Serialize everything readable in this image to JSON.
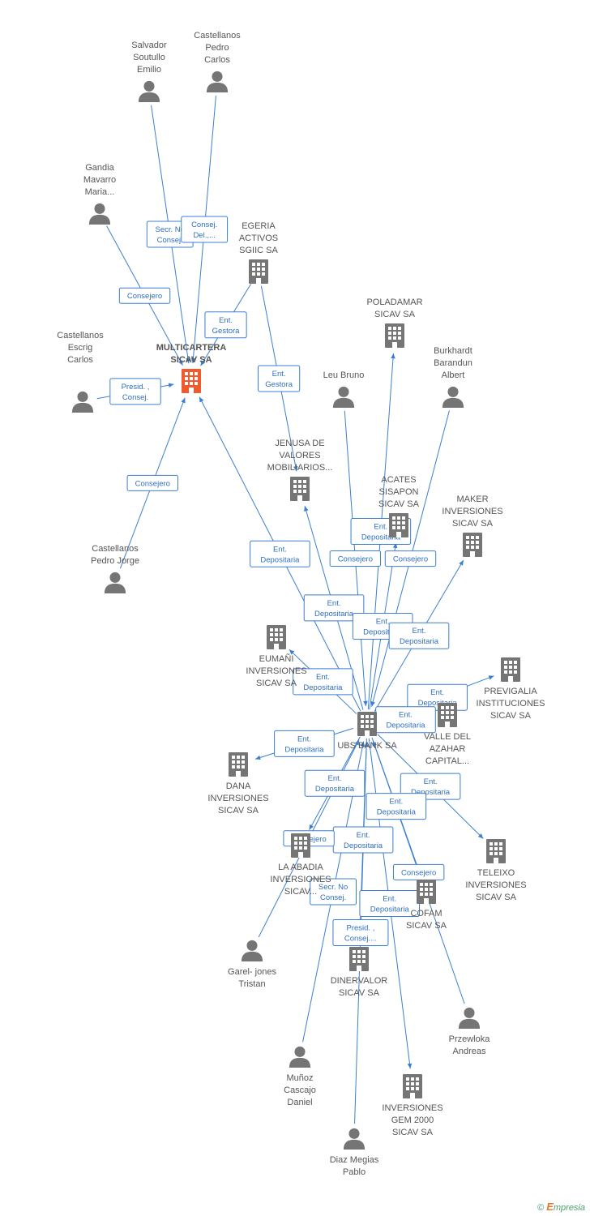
{
  "colors": {
    "edge": "#3b7fd1",
    "company": "#757575",
    "main_company": "#f25a2e",
    "person": "#757575"
  },
  "nodes": [
    {
      "id": "multicartera",
      "type": "company",
      "main": true,
      "label": [
        "MULTICARTERA",
        "SICAV SA"
      ]
    },
    {
      "id": "salvador",
      "type": "person",
      "label": [
        "Salvador",
        "Soutullo",
        "Emilio"
      ]
    },
    {
      "id": "castellanos_pc",
      "type": "person",
      "label": [
        "Castellanos",
        "Pedro",
        "Carlos"
      ]
    },
    {
      "id": "gandia",
      "type": "person",
      "label": [
        "Gandia",
        "Mavarro",
        "Maria..."
      ]
    },
    {
      "id": "egeria",
      "type": "company",
      "label": [
        "EGERIA",
        "ACTIVOS",
        "SGIIC SA"
      ]
    },
    {
      "id": "castellanos_ec",
      "type": "person",
      "label": [
        "Castellanos",
        "Escrig",
        "Carlos"
      ]
    },
    {
      "id": "poladamar",
      "type": "company",
      "label": [
        "POLADAMAR",
        "SICAV SA"
      ]
    },
    {
      "id": "leubruno",
      "type": "person",
      "label": [
        "Leu Bruno"
      ]
    },
    {
      "id": "burkhardt",
      "type": "person",
      "label": [
        "Burkhardt",
        "Barandun",
        "Albert"
      ]
    },
    {
      "id": "jenusa",
      "type": "company",
      "label": [
        "JENUSA DE",
        "VALORES",
        "MOBILIARIOS..."
      ]
    },
    {
      "id": "acates",
      "type": "company",
      "label": [
        "ACATES",
        "SISAPON",
        "SICAV SA"
      ]
    },
    {
      "id": "maker",
      "type": "company",
      "label": [
        "MAKER",
        "INVERSIONES",
        "SICAV SA"
      ]
    },
    {
      "id": "castellanos_pj",
      "type": "person",
      "label": [
        "Castellanos",
        "Pedro Jorge"
      ]
    },
    {
      "id": "eumani",
      "type": "company",
      "label": [
        "EUMAÑI",
        "INVERSIONES",
        "SICAV SA"
      ]
    },
    {
      "id": "previgalia",
      "type": "company",
      "label": [
        "PREVIGALIA",
        "INSTITUCIONES",
        "SICAV SA"
      ]
    },
    {
      "id": "ubs",
      "type": "company",
      "label": [
        "UBS BANK SA"
      ]
    },
    {
      "id": "valle",
      "type": "company",
      "label": [
        "VALLE DEL",
        "AZAHAR",
        "CAPITAL..."
      ]
    },
    {
      "id": "dana",
      "type": "company",
      "label": [
        "DANA",
        "INVERSIONES",
        "SICAV SA"
      ]
    },
    {
      "id": "abadia",
      "type": "company",
      "label": [
        "LA ABADIA",
        "INVERSIONES",
        "SICAV..."
      ]
    },
    {
      "id": "teleixo",
      "type": "company",
      "label": [
        "TELEIXO",
        "INVERSIONES",
        "SICAV SA"
      ]
    },
    {
      "id": "cofam",
      "type": "company",
      "label": [
        "COFAM",
        "SICAV SA"
      ]
    },
    {
      "id": "garel",
      "type": "person",
      "label": [
        "Garel- jones",
        "Tristan"
      ]
    },
    {
      "id": "dinervalor",
      "type": "company",
      "label": [
        "DINERVALOR",
        "SICAV SA"
      ]
    },
    {
      "id": "przewloka",
      "type": "person",
      "label": [
        "Przewloka",
        "Andreas"
      ]
    },
    {
      "id": "munoz",
      "type": "person",
      "label": [
        "Muñoz",
        "Cascajo",
        "Daniel"
      ]
    },
    {
      "id": "gem2000",
      "type": "company",
      "label": [
        "INVERSIONES",
        "GEM 2000",
        "SICAV SA"
      ]
    },
    {
      "id": "diaz",
      "type": "person",
      "label": [
        "Diaz Megias",
        "Pablo"
      ]
    }
  ],
  "edges": [
    {
      "from": "salvador",
      "to": "multicartera",
      "label": [
        "Secr. No",
        "Consej."
      ]
    },
    {
      "from": "castellanos_pc",
      "to": "multicartera",
      "label": [
        "Consej.",
        "Del.,..."
      ]
    },
    {
      "from": "gandia",
      "to": "multicartera",
      "label": [
        "Consejero"
      ]
    },
    {
      "from": "egeria",
      "to": "multicartera",
      "label": [
        "Ent.",
        "Gestora"
      ]
    },
    {
      "from": "castellanos_ec",
      "to": "multicartera",
      "label": [
        "Presid. ,",
        "Consej."
      ]
    },
    {
      "from": "egeria",
      "to": "jenusa",
      "label": [
        "Ent.",
        "Gestora"
      ]
    },
    {
      "from": "castellanos_pj",
      "to": "multicartera",
      "label": [
        "Consejero"
      ]
    },
    {
      "from": "ubs",
      "to": "multicartera",
      "label": [
        "Ent.",
        "Depositaria"
      ]
    },
    {
      "from": "ubs",
      "to": "poladamar",
      "label": [
        "Ent.",
        "Depositaria"
      ]
    },
    {
      "from": "leubruno",
      "to": "ubs",
      "label": [
        "Consejero"
      ]
    },
    {
      "from": "burkhardt",
      "to": "ubs",
      "label": [
        "Consejero"
      ]
    },
    {
      "from": "ubs",
      "to": "jenusa",
      "label": [
        "Ent.",
        "Depositaria"
      ]
    },
    {
      "from": "ubs",
      "to": "acates",
      "label": [
        "Ent.",
        "Depositaria"
      ]
    },
    {
      "from": "ubs",
      "to": "maker",
      "label": [
        "Ent.",
        "Depositaria"
      ]
    },
    {
      "from": "ubs",
      "to": "eumani",
      "label": [
        "Ent.",
        "Depositaria"
      ]
    },
    {
      "from": "ubs",
      "to": "previgalia",
      "label": [
        "Ent.",
        "Depositaria"
      ]
    },
    {
      "from": "ubs",
      "to": "valle",
      "label": [
        "Ent.",
        "Depositaria"
      ]
    },
    {
      "from": "ubs",
      "to": "dana",
      "label": [
        "Ent.",
        "Depositaria"
      ]
    },
    {
      "from": "ubs",
      "to": "abadia",
      "label": [
        "Ent.",
        "Depositaria"
      ]
    },
    {
      "from": "ubs",
      "to": "teleixo",
      "label": [
        "Ent.",
        "Depositaria"
      ]
    },
    {
      "from": "ubs",
      "to": "cofam",
      "label": [
        "Ent.",
        "Depositaria"
      ]
    },
    {
      "from": "ubs",
      "to": "dinervalor",
      "label": [
        "Ent.",
        "Depositaria"
      ]
    },
    {
      "from": "ubs",
      "to": "gem2000",
      "label": [
        "Ent.",
        "Depositaria"
      ]
    },
    {
      "from": "garel",
      "to": "ubs",
      "label": [
        "Consejero"
      ]
    },
    {
      "from": "przewloka",
      "to": "ubs",
      "label": [
        "Consejero"
      ]
    },
    {
      "from": "munoz",
      "to": "ubs",
      "label": [
        "Secr. No",
        "Consej."
      ]
    },
    {
      "from": "diaz",
      "to": "ubs",
      "label": [
        "Presid. ,",
        "Consej...."
      ]
    }
  ],
  "footer": {
    "copyright": "©",
    "brand_initial": "E",
    "brand_rest": "mpresia"
  }
}
